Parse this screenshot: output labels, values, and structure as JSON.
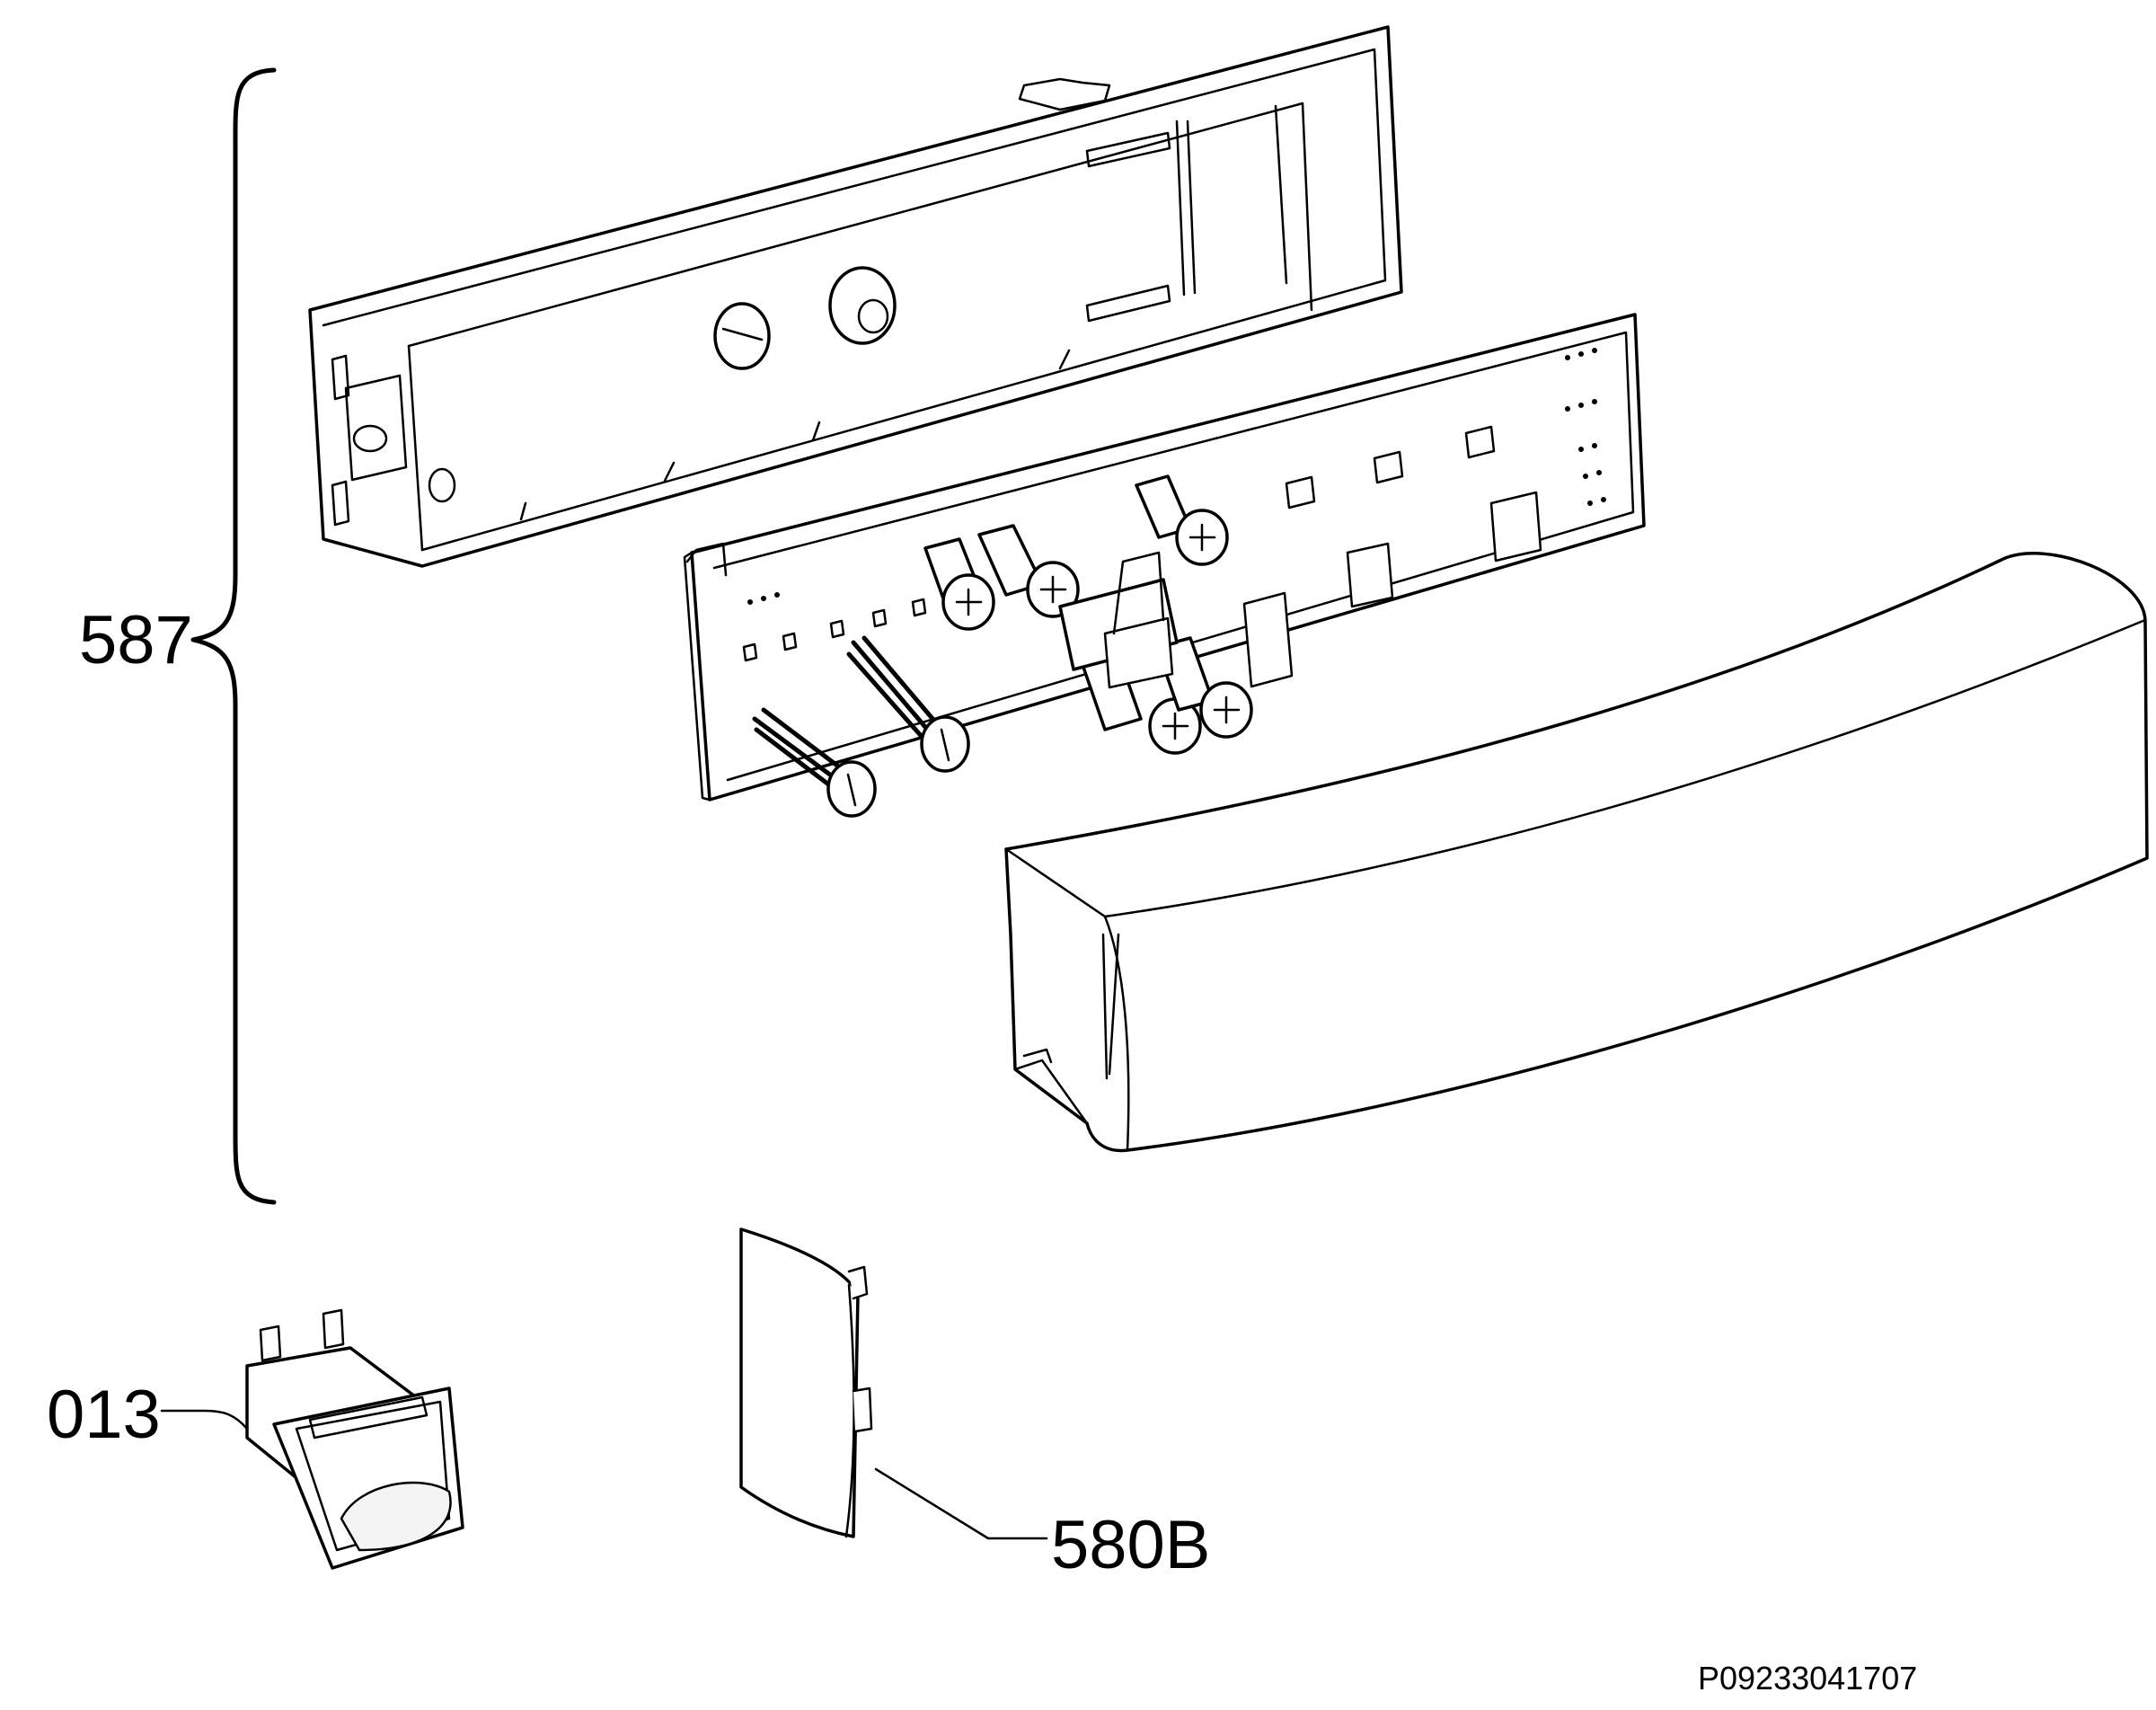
{
  "labels": {
    "assembly": "587",
    "switch": "013",
    "cover": "580B"
  },
  "drawing_id": "P09233041707"
}
